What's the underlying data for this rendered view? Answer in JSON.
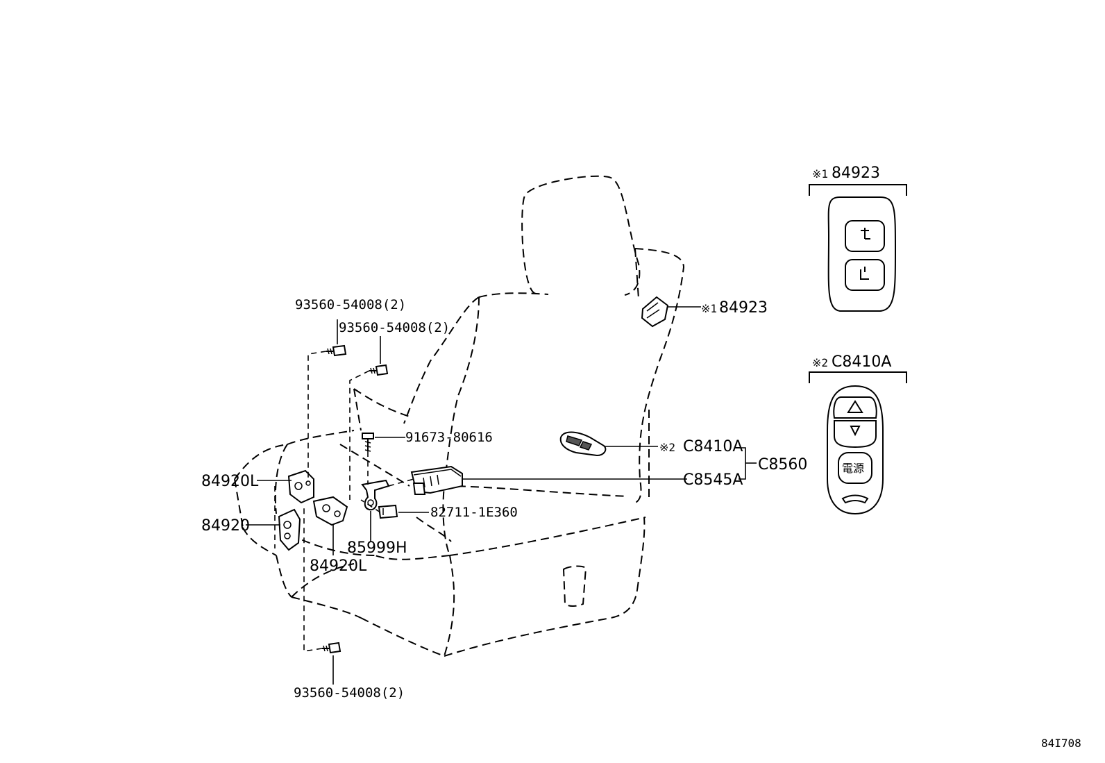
{
  "labels": {
    "p93560_top": "93560-54008(2)",
    "p93560_mid": "93560-54008(2)",
    "p93560_bottom": "93560-54008(2)",
    "p91673": "91673-80616",
    "p84920L_upper": "84920L",
    "p84920": "84920",
    "p84920L_lower": "84920L",
    "p85999H": "85999H",
    "p82711": "82711-1E360",
    "p84923_callout": "84923",
    "p84923_mark": "※1",
    "pC8410A": "C8410A",
    "pC8410A_mark": "※2",
    "pC8545A": "C8545A",
    "pC8560": "C8560",
    "diagram_id": "84I708"
  },
  "insets": {
    "inset1": {
      "mark": "※1",
      "part": "84923"
    },
    "inset2": {
      "mark": "※2",
      "part": "C8410A",
      "remote_button_text": "電源"
    }
  },
  "icons": [
    "seat-outline",
    "seat-switch-icon",
    "remote-control-icon",
    "bolt-icon",
    "screw-icon",
    "hinge-cover-icon",
    "connector-icon"
  ]
}
